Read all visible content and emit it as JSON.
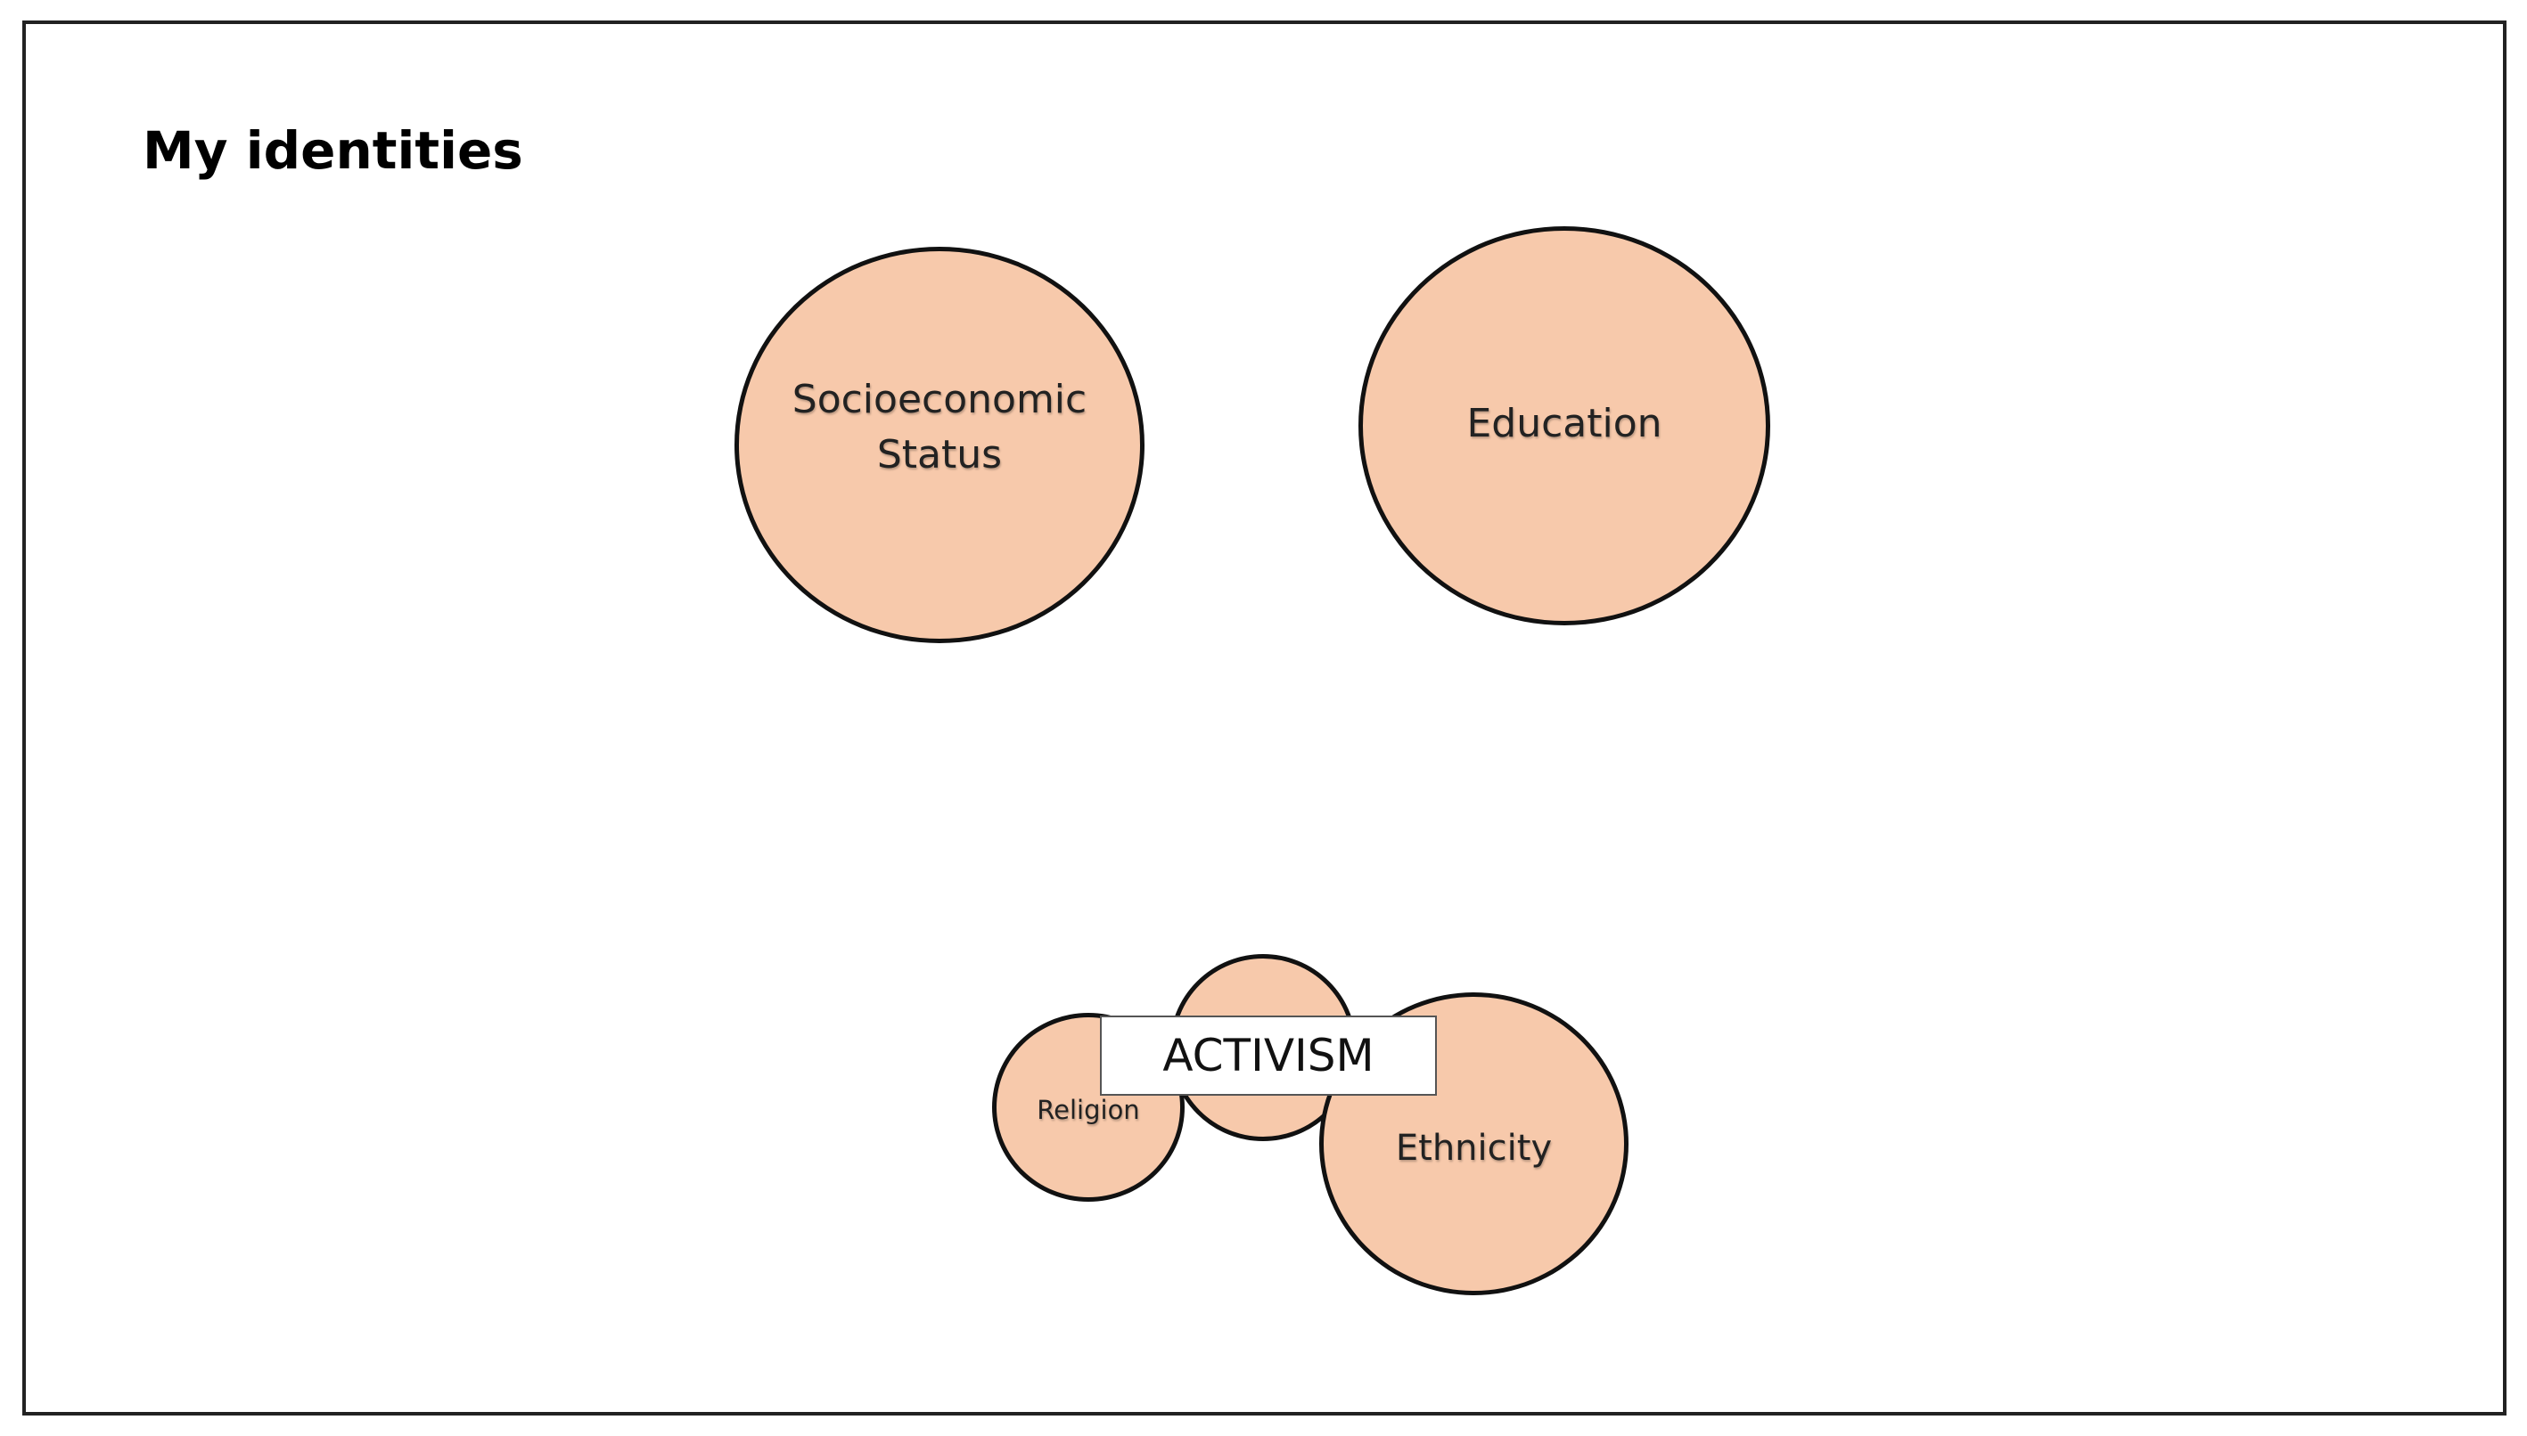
{
  "slide": {
    "title": "My identities"
  },
  "identities": [
    {
      "label": "Socioeconomic\nStatus"
    },
    {
      "label": "Education"
    },
    {
      "label": "Religion"
    },
    {
      "label": ""
    },
    {
      "label": "Ethnicity"
    }
  ],
  "activism": {
    "label": "ACTIVISM"
  },
  "colors": {
    "circle_fill": "#f7c9ab",
    "circle_stroke": "#111111",
    "border": "#222222"
  }
}
